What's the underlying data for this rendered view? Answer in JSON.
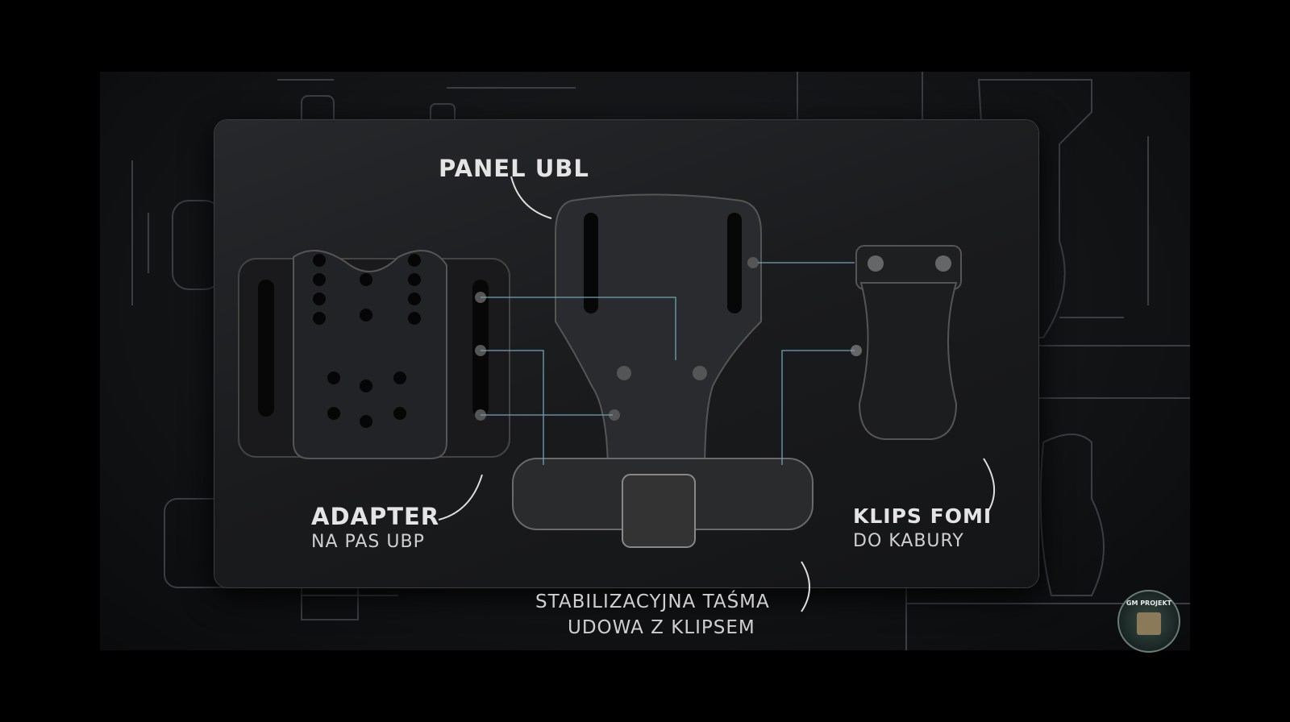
{
  "labels": {
    "panel_ubl": "PANEL UBL",
    "adapter_line1": "ADAPTER",
    "adapter_line2": "NA PAS UBP",
    "klips_line1": "KLIPS FOMI",
    "klips_line2": "DO KABURY",
    "tasma_line1": "STABILIZACYJNA TAŚMA",
    "tasma_line2": "UDOWA Z KLIPSEM"
  },
  "logo": {
    "text": "GM PROJEKT"
  },
  "colors": {
    "leader_line": "#6fa3b5",
    "text": "#e4e4e4",
    "panel": "#1e1f22"
  }
}
